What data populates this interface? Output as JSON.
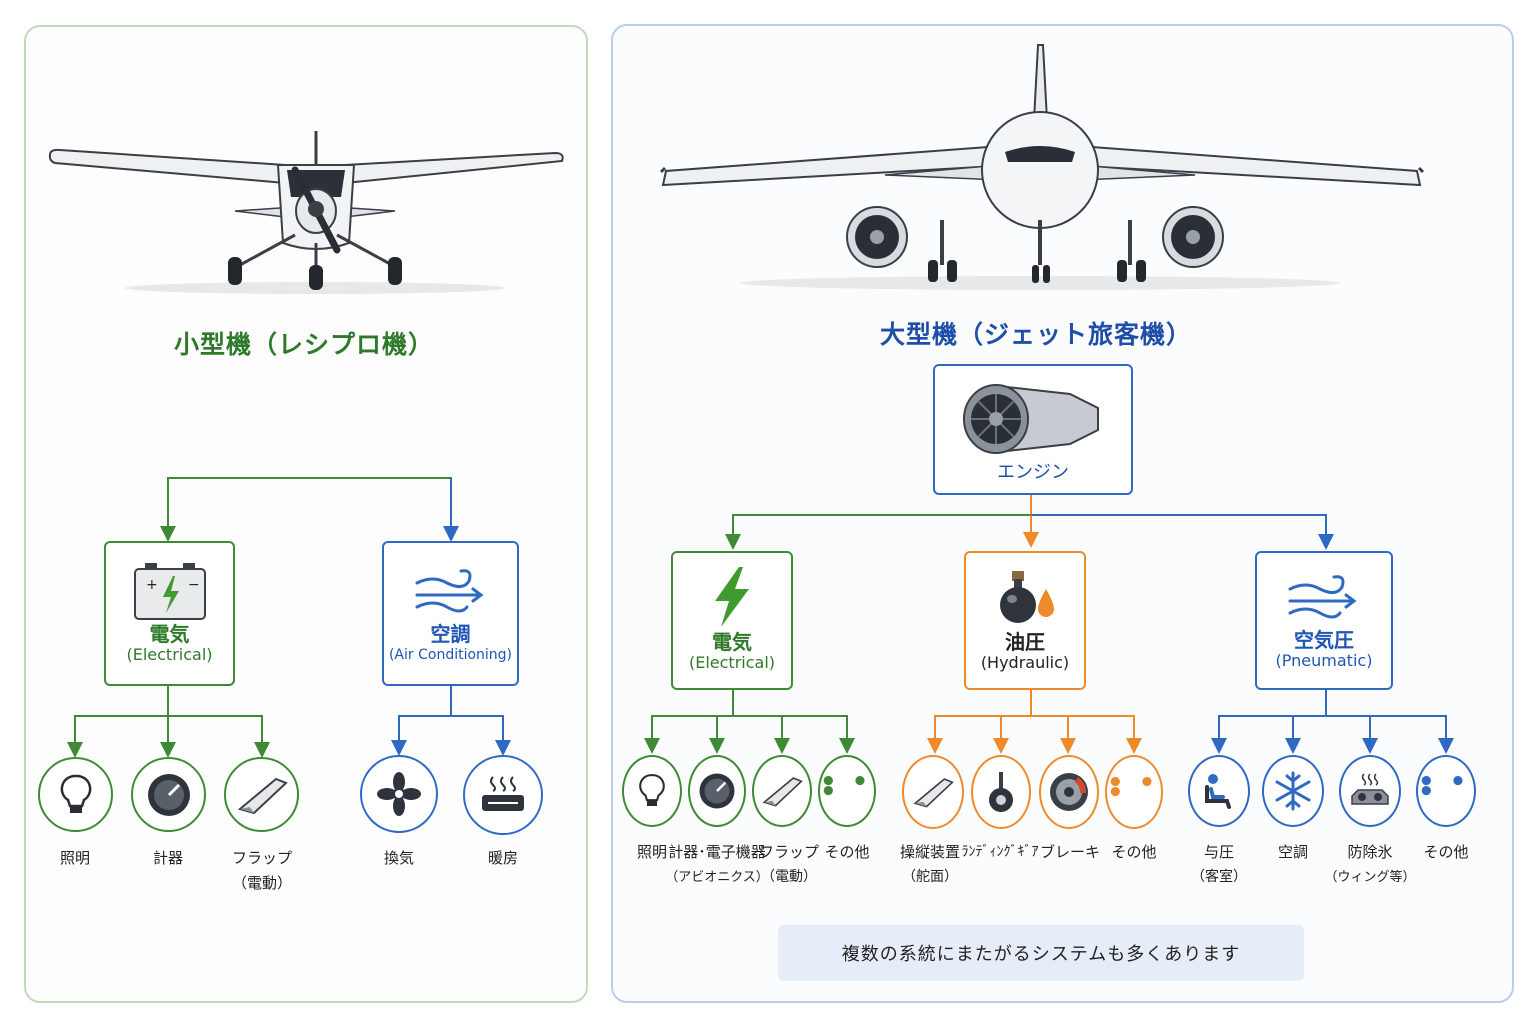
{
  "left": {
    "title": "小型機（レシプロ機）",
    "electrical": {
      "name": "電気",
      "sub": "(Electrical)"
    },
    "aircon": {
      "name": "空調",
      "sub": "(Air Conditioning)"
    },
    "electrical_items": [
      {
        "l1": "照明",
        "l2": "",
        "icon": "lightbulb-icon"
      },
      {
        "l1": "計器",
        "l2": "",
        "icon": "gauge-icon"
      },
      {
        "l1": "フラップ",
        "l2": "（電動）",
        "icon": "flap-icon"
      }
    ],
    "aircon_items": [
      {
        "l1": "換気",
        "l2": "",
        "icon": "fan-icon"
      },
      {
        "l1": "暖房",
        "l2": "",
        "icon": "heater-icon"
      }
    ]
  },
  "right": {
    "title": "大型機（ジェット旅客機）",
    "engine": {
      "name": "エンジン"
    },
    "electrical": {
      "name": "電気",
      "sub": "(Electrical)"
    },
    "hydraulic": {
      "name": "油圧",
      "sub": "(Hydraulic)"
    },
    "pneumatic": {
      "name": "空気圧",
      "sub": "(Pneumatic)"
    },
    "electrical_items": [
      {
        "l1": "照明",
        "l2": "",
        "icon": "lightbulb-icon"
      },
      {
        "l1": "計器･電子機器",
        "l2": "（アビオニクス）",
        "icon": "gauge-icon"
      },
      {
        "l1": "フラップ",
        "l2": "（電動）",
        "icon": "flap-icon"
      },
      {
        "l1": "その他",
        "l2": "",
        "icon": "more-icon"
      }
    ],
    "hydraulic_items": [
      {
        "l1": "操縦装置",
        "l2": "（舵面）",
        "icon": "flap-icon"
      },
      {
        "l1": "ﾗﾝﾃﾞｨﾝｸﾞｷﾞｱ",
        "l2": "",
        "icon": "landing-gear-icon"
      },
      {
        "l1": "ブレーキ",
        "l2": "",
        "icon": "brake-icon"
      },
      {
        "l1": "その他",
        "l2": "",
        "icon": "more-icon"
      }
    ],
    "pneumatic_items": [
      {
        "l1": "与圧",
        "l2": "（客室）",
        "icon": "seat-icon"
      },
      {
        "l1": "空調",
        "l2": "",
        "icon": "snowflake-icon"
      },
      {
        "l1": "防除氷",
        "l2": "（ウィング等）",
        "icon": "deice-icon"
      },
      {
        "l1": "その他",
        "l2": "",
        "icon": "more-icon"
      }
    ],
    "note": "複数の系統にまたがるシステムも多くあります"
  },
  "colors": {
    "green": "#3f8a36",
    "blue": "#2e6ac4",
    "orange": "#ef8a2a"
  }
}
